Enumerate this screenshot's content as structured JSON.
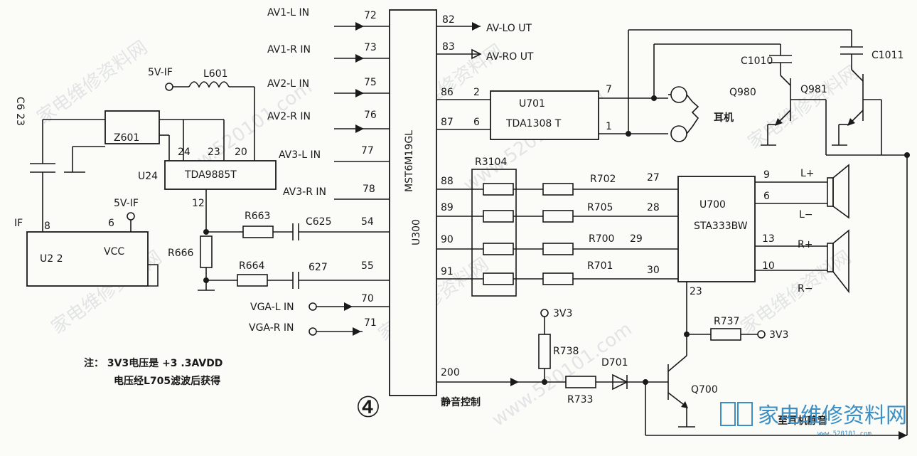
{
  "watermark": {
    "cn": "家电维修资料网",
    "url": "www.520101.com"
  },
  "logo": {
    "text": "家电维修资料网",
    "sub": "www.520101.com"
  },
  "circle_number": "④",
  "labels": {
    "av1l": "AV1-L IN",
    "av1r": "AV1-R IN",
    "av2l": "AV2-L IN",
    "av2r": "AV2-R IN",
    "av3l": "AV3-L IN",
    "av3r": "AV3-R IN",
    "vgal": "VGA-L IN",
    "vgar": "VGA-R IN",
    "avlout": "AV-LO UT",
    "avrout": "AV-RO UT",
    "p72": "72",
    "p73": "73",
    "p75": "75",
    "p76": "76",
    "p77": "77",
    "p78": "78",
    "p54": "54",
    "p55": "55",
    "p70": "70",
    "p71": "71",
    "p82": "82",
    "p83": "83",
    "p86": "86",
    "p87": "87",
    "p88": "88",
    "p89": "89",
    "p90": "90",
    "p91": "91",
    "p200": "200",
    "u300": "U300",
    "mst": "MST6M19GL",
    "u701": "U701",
    "tda1308": "TDA1308 T",
    "u701p2": "2",
    "u701p6": "6",
    "u701p7": "7",
    "u701p1": "1",
    "headphone": "耳机",
    "c1010": "C1010",
    "c1011": "C1011",
    "q980": "Q980",
    "q981": "Q981",
    "r3104": "R3104",
    "r702": "R702",
    "r705": "R705",
    "r700": "R700",
    "r701": "R701",
    "n27": "27",
    "n28": "28",
    "n29": "29",
    "n30": "30",
    "u700": "U700",
    "sta333": "STA333BW",
    "s9": "9",
    "s6": "6",
    "s13": "13",
    "s10": "10",
    "s23": "23",
    "lplus": "L+",
    "lminus": "L−",
    "rplus": "R+",
    "rminus": "R−",
    "v5if": "5V-IF",
    "l601": "L601",
    "c623": "C6 23",
    "z601": "Z601",
    "u24": "U24",
    "tda9885": "TDA9885T",
    "t24": "24",
    "t23": "23",
    "t20": "20",
    "t12": "12",
    "r663": "R663",
    "c625": "C625",
    "r666": "R666",
    "r664": "R664",
    "c627": "627",
    "if": "IF",
    "p8": "8",
    "p6": "6",
    "v5if2": "5V-IF",
    "u22": "U2 2",
    "vcc": "VCC",
    "v3v3a": "3V3",
    "r738": "R738",
    "d701": "D701",
    "r733": "R733",
    "r737": "R737",
    "v3v3b": "3V3",
    "q700": "Q700",
    "mute": "静音控制",
    "to_hp_mute": "至耳机静音",
    "note1": "注：  3V3电压是 +3 .3AVDD",
    "note2": "电压经L705滤波后获得"
  }
}
